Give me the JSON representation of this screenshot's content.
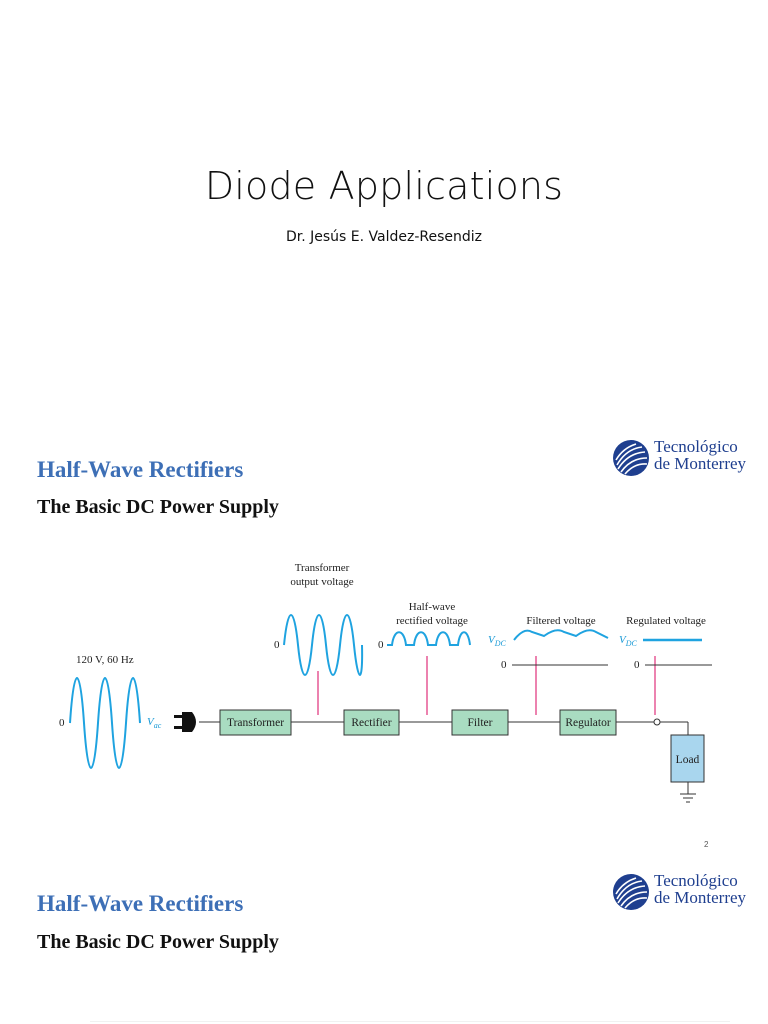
{
  "title_slide": {
    "title": "Diode Applications",
    "author": "Dr. Jesús E. Valdez-Resendiz"
  },
  "slide2": {
    "heading": "Half-Wave Rectifiers",
    "subheading": "The Basic DC Power Supply",
    "page_number": "2",
    "logo": {
      "line1": "Tecnológico",
      "line2": "de Monterrey"
    },
    "diagram": {
      "source_label": "120 V, 60 Hz",
      "source_zero": "0",
      "vac_label": "V",
      "vac_sub": "ac",
      "blocks": [
        "Transformer",
        "Rectifier",
        "Filter",
        "Regulator",
        "Load"
      ],
      "waveforms": {
        "transformer_line1": "Transformer",
        "transformer_line2": "output voltage",
        "halfwave_line1": "Half-wave",
        "halfwave_line2": "rectified voltage",
        "filtered": "Filtered voltage",
        "regulated": "Regulated voltage",
        "zero": "0",
        "vdc_main": "V",
        "vdc_sub": "DC"
      }
    }
  },
  "slide3": {
    "heading": "Half-Wave Rectifiers",
    "subheading": "The Basic DC Power Supply",
    "logo": {
      "line1": "Tecnológico",
      "line2": "de Monterrey"
    }
  },
  "colors": {
    "heading_blue": "#3d6fb6",
    "wave_blue": "#1fa3e0",
    "block_green": "#a9dcc1",
    "probe_pink": "#e0307a",
    "logo_blue": "#1f3f8f"
  }
}
